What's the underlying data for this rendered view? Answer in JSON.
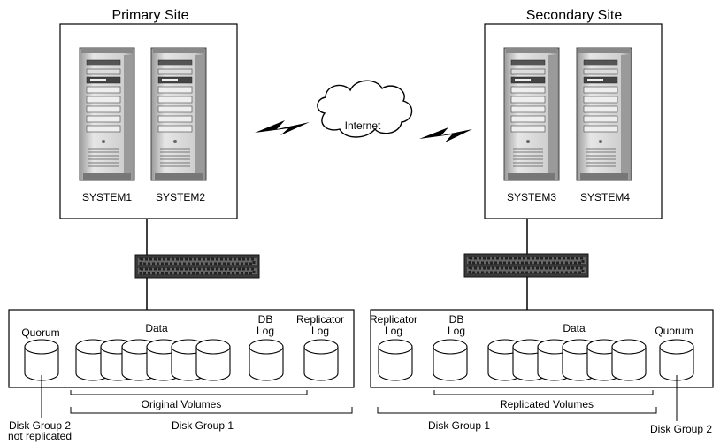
{
  "primary_site": {
    "title": "Primary Site",
    "systems": [
      "SYSTEM1",
      "SYSTEM2"
    ],
    "storage": {
      "quorum_label": "Quorum",
      "data_label": "Data",
      "db_log_label": [
        "DB",
        "Log"
      ],
      "replicator_log_label": [
        "Replicator",
        "Log"
      ],
      "original_volumes_label": "Original Volumes",
      "disk_group_1_label": "Disk Group 1",
      "disk_group_2_label": [
        "Disk Group 2",
        "not replicated"
      ]
    }
  },
  "secondary_site": {
    "title": "Secondary Site",
    "systems": [
      "SYSTEM3",
      "SYSTEM4"
    ],
    "storage": {
      "replicator_log_label": [
        "Replicator",
        "Log"
      ],
      "db_log_label": [
        "DB",
        "Log"
      ],
      "data_label": "Data",
      "quorum_label": "Quorum",
      "replicated_volumes_label": "Replicated Volumes",
      "disk_group_1_label": "Disk Group 1",
      "disk_group_2_label": "Disk Group 2"
    }
  },
  "network": {
    "cloud_label": "Internet"
  },
  "icons": [
    "server-tower-icon",
    "network-switch-icon",
    "cloud-icon",
    "lightning-bolt-icon",
    "disk-cylinder-icon"
  ],
  "colors": {
    "server_body": "#d4d4d4",
    "server_dark": "#555555",
    "switch_body": "#333333",
    "line": "#000000",
    "background": "#ffffff"
  }
}
